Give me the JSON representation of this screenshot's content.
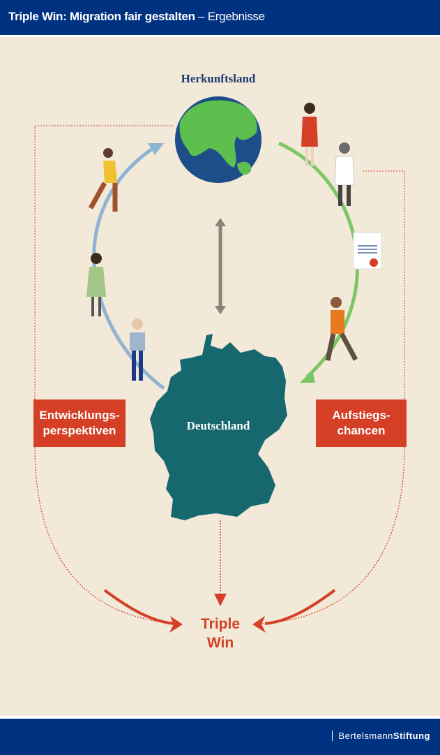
{
  "header": {
    "title_bold": "Triple Win: Migration fair gestalten",
    "title_sep": " – ",
    "title_light": "Ergebnisse"
  },
  "diagram": {
    "origin_label": "Herkunftsland",
    "destination_label": "Deutschland",
    "left_box": {
      "line1": "Entwicklungs-",
      "line2": "perspektiven"
    },
    "right_box": {
      "line1": "Aufstiegs-",
      "line2": "chancen"
    },
    "result": {
      "line1": "Triple",
      "line2": "Win"
    },
    "colors": {
      "navy": "#003282",
      "red": "#d43f26",
      "teal": "#17676f",
      "blue_arrow": "#8fb3d3",
      "green_arrow": "#7dc665",
      "bg": "#f2e9d8"
    }
  },
  "footer": {
    "brand_light": "Bertelsmann",
    "brand_bold": "Stiftung"
  }
}
